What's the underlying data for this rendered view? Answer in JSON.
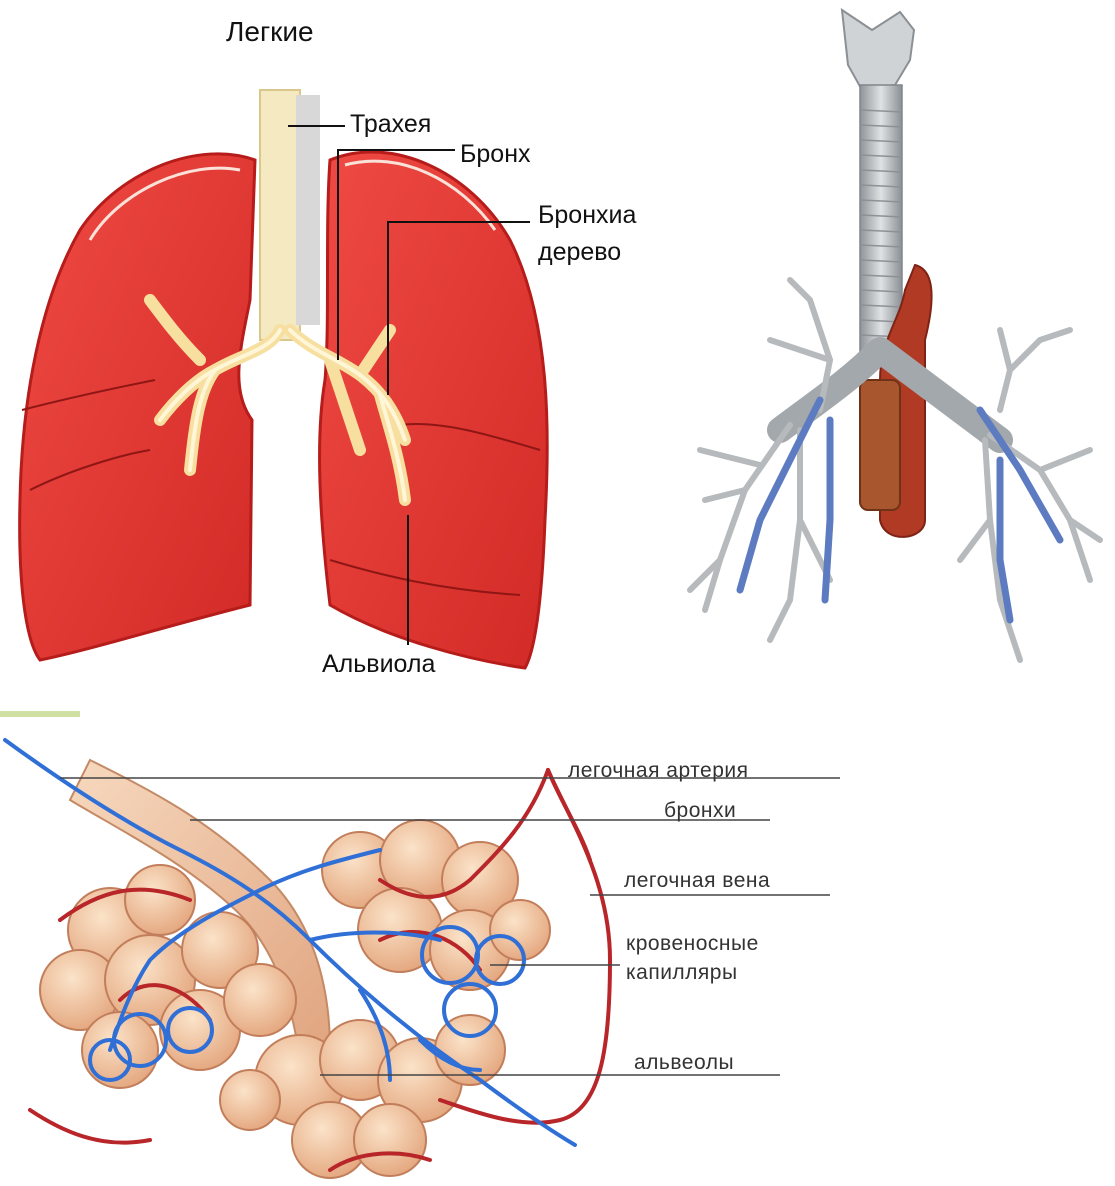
{
  "lungs_panel": {
    "title": "Легкие",
    "labels": {
      "trachea": "Трахея",
      "bronchus": "Бронх",
      "bronchial_tree_line1": "Бронхиа",
      "bronchial_tree_line2": "дерево",
      "alveola": "Альвиола"
    }
  },
  "alveoli_panel": {
    "labels": {
      "pulmonary_artery": "легочная артерия",
      "bronchi": "бронхи",
      "pulmonary_vein": "легочная вена",
      "capillaries_line1": "кровеносные",
      "capillaries_line2": "капилляры",
      "alveoli": "альвеолы"
    }
  },
  "colors": {
    "lung_red": "#e8322f",
    "lung_dark": "#c41e1c",
    "bronchi_cream": "#f6e6a8",
    "trachea_gray": "#b9bcbf",
    "vein_blue": "#2f6fd6",
    "artery_red": "#b8262a",
    "alveolus_peach": "#f2c49b"
  }
}
